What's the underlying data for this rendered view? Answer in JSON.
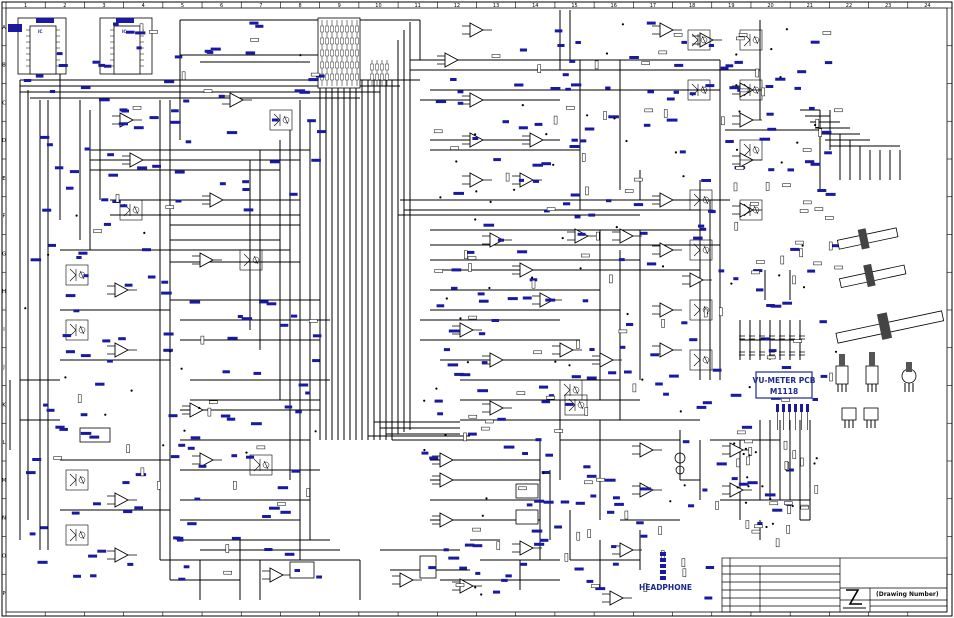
{
  "labels": {
    "vu_meter_title": "VU-METER PCB",
    "vu_meter_code": "M1118",
    "headphone": "HEADPHONE",
    "drawing_number": "(Drawing Number)",
    "ic_left": "IC",
    "ic_right": "IC"
  },
  "colors": {
    "line": "#000000",
    "label_blue": "#1c2a8c",
    "tag_fill": "#1a1aa0",
    "background": "#ffffff"
  },
  "border": {
    "top_ticks": [
      "1",
      "2",
      "3",
      "4",
      "5",
      "6",
      "7",
      "8",
      "9",
      "10",
      "11",
      "12",
      "13",
      "14",
      "15",
      "16",
      "17",
      "18",
      "19",
      "20",
      "21",
      "22",
      "23",
      "24"
    ],
    "side_ticks": [
      "A",
      "B",
      "C",
      "D",
      "E",
      "F",
      "G",
      "H",
      "I",
      "J",
      "K",
      "L",
      "M",
      "N",
      "O",
      "P"
    ]
  }
}
